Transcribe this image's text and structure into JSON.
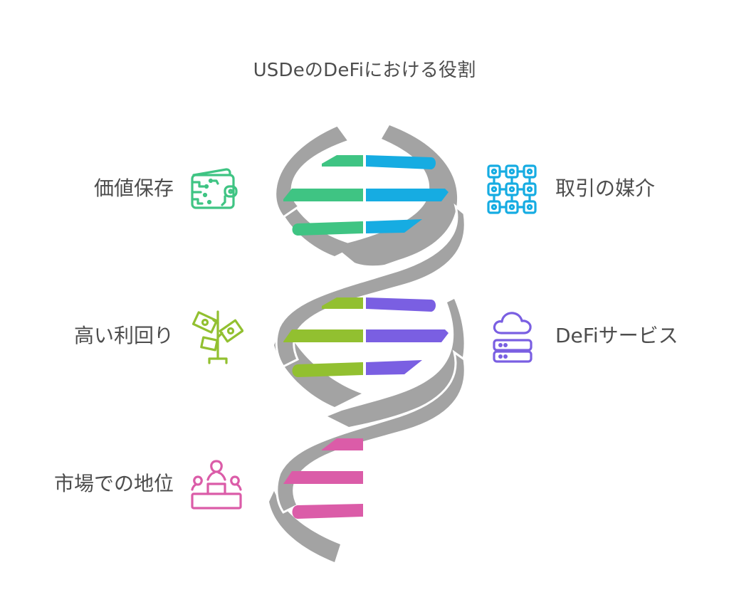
{
  "title": "USDeのDeFiにおける役割",
  "colors": {
    "helix": "#a3a3a3",
    "background": "#ffffff",
    "text": "#4d4d4d",
    "value_storage": "#3fc483",
    "transaction_medium": "#16ace2",
    "high_yield": "#92c030",
    "defi_services": "#7a5fe2",
    "market_position": "#db5ca8"
  },
  "items": [
    {
      "label": "価値保存",
      "side": "left",
      "icon": "digital-wallet-icon",
      "color": "#3fc483"
    },
    {
      "label": "取引の媒介",
      "side": "right",
      "icon": "blockchain-grid-icon",
      "color": "#16ace2"
    },
    {
      "label": "高い利回り",
      "side": "left",
      "icon": "money-tree-icon",
      "color": "#92c030"
    },
    {
      "label": "DeFiサービス",
      "side": "right",
      "icon": "cloud-server-icon",
      "color": "#7a5fe2"
    },
    {
      "label": "市場での地位",
      "side": "left",
      "icon": "podium-people-icon",
      "color": "#db5ca8"
    }
  ]
}
